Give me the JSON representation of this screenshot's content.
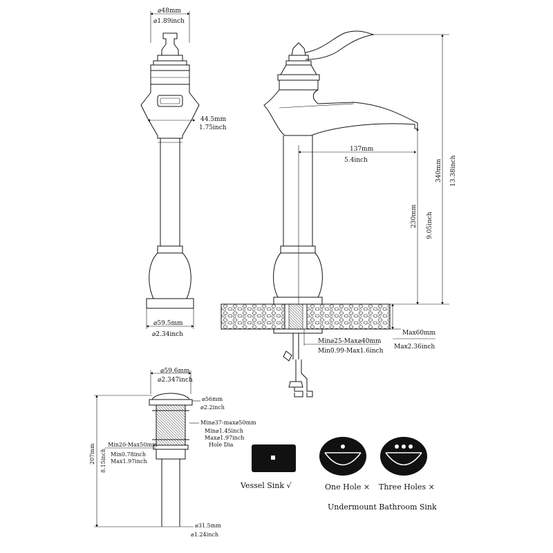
{
  "side_view": {
    "top_dia_mm": "⌀48mm",
    "top_dia_in": "⌀1.89inch",
    "body_width_mm": "44.5mm",
    "body_width_in": "1.75inch",
    "base_dia_mm": "⌀59.5mm",
    "base_dia_in": "⌀2.34inch"
  },
  "front_view": {
    "reach_mm": "137mm",
    "reach_in": "5.4inch",
    "spout_height_mm": "230mm",
    "spout_height_in": "9.05inch",
    "total_height_mm": "340mm",
    "total_height_in": "13.38inch",
    "deck_max_mm": "Max60mm",
    "deck_max_in": "Max2.36inch",
    "hole_mm": "Min⌀25-Max⌀40mm",
    "hole_in": "Min0.99-Max1.6inch"
  },
  "drain": {
    "cap_dia_mm": "⌀59.6mm",
    "cap_dia_in": "⌀2.347inch",
    "flange_mm": "⌀56mm",
    "flange_in": "⌀2.2inch",
    "hole_range_mm": "Min⌀37-max⌀50mm",
    "hole_min_in": "Min⌀1.45inch",
    "hole_max_in": "Max⌀1.97inch",
    "hole_label": "Hole Dia",
    "thick_mm": "Min20-Max50mm",
    "thick_min_in": "Min0.78inch",
    "thick_max_in": "Max1.97inch",
    "height_mm": "207mm",
    "height_in": "8.15inch",
    "tail_dia_mm": "⌀31.5mm",
    "tail_dia_in": "⌀1.24inch"
  },
  "sinks": {
    "vessel_label": "Vessel Sink √",
    "one_hole_label": "One Hole ×",
    "three_holes_label": "Three Holes ×",
    "undermount_label": "Undermount Bathroom Sink"
  }
}
